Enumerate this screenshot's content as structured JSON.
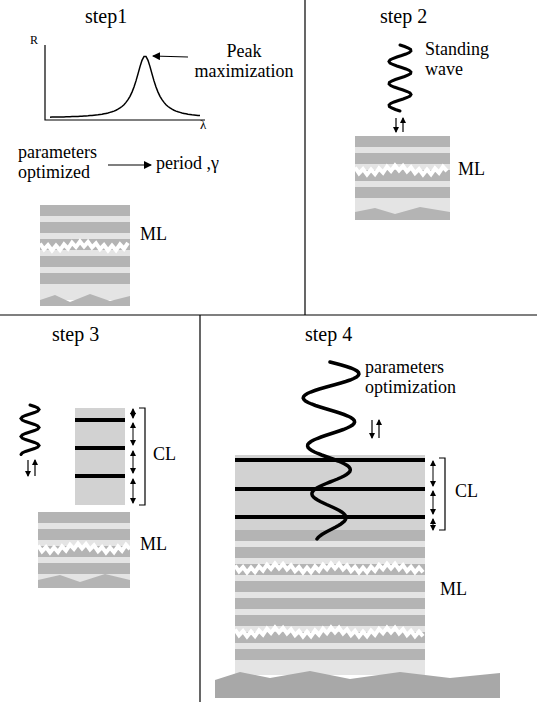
{
  "diagram": {
    "labels": [
      "step1",
      "R",
      "λ",
      "Peak maximization",
      "parameters optimized",
      "period ,γ",
      "ML",
      "step 2",
      "Standing wave",
      "ML",
      "step 3",
      "CL",
      "ML",
      "step 4",
      "parameters optimization",
      "CL",
      "ML"
    ]
  }
}
